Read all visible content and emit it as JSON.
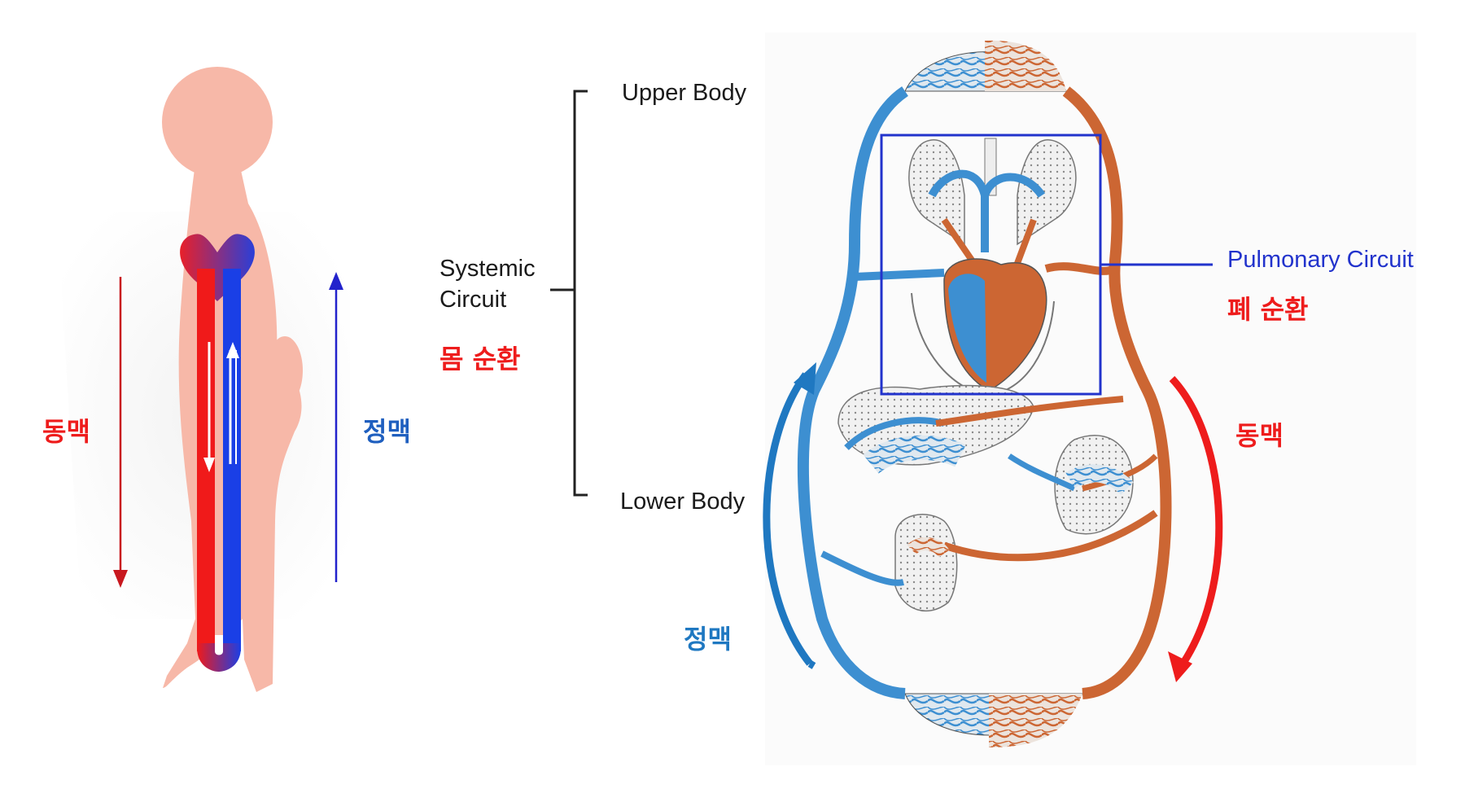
{
  "left_figure": {
    "artery_label": "동맥",
    "vein_label": "정맥"
  },
  "systemic": {
    "upper_label": "Upper Body",
    "lower_label": "Lower Body",
    "name_line1": "Systemic",
    "name_line2": "Circuit",
    "name_korean": "몸 순환"
  },
  "pulmonary": {
    "name": "Pulmonary Circuit",
    "name_korean": "폐 순환"
  },
  "right_figure": {
    "vein_label": "정맥",
    "artery_label": "동맥"
  },
  "colors": {
    "artery_red": "#ee1c1c",
    "vein_blue": "#1f5fbf",
    "vessel_blue": "#3d8fd1",
    "vessel_orange": "#cc6633",
    "pulmonary_box": "#2233cc"
  }
}
